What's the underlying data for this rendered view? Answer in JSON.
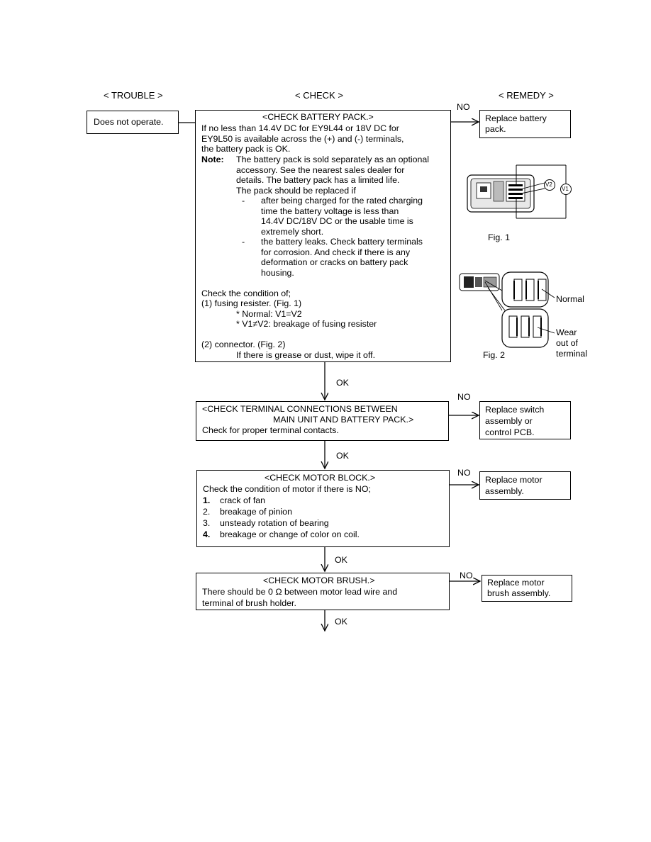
{
  "headers": {
    "trouble": "< TROUBLE >",
    "check": "< CHECK >",
    "remedy": "< REMEDY >"
  },
  "trouble_box": "Does not operate.",
  "check_battery": {
    "title": "<CHECK BATTERY PACK.>",
    "lines": [
      "If no less than 14.4V DC for EY9L44 or 18V DC for",
      "EY9L50 is available across the (+) and (-) terminals,",
      "the battery pack is OK."
    ],
    "note_label": "Note",
    "note_colon": ":",
    "note_lines": [
      "The battery pack is sold separately as an optional",
      "accessory.    See the nearest sales dealer for",
      "details.    The battery pack has a limited life.",
      "The pack should be replaced if"
    ],
    "dash": "-",
    "bullet1": [
      "after being charged for the rated charging",
      "time the battery voltage is less than",
      "14.4V DC/18V DC or the usable time is",
      "extremely short."
    ],
    "bullet2": [
      "the battery leaks.    Check battery terminals",
      "for corrosion.    And check if there is any",
      "deformation or cracks on battery pack",
      "housing."
    ],
    "condition_intro": "Check the condition of;",
    "item1": "(1)  fusing resister. (Fig. 1)",
    "item1_normal": "* Normal: V1=V2",
    "item1_break": "* V1≠V2: breakage of fusing resister",
    "item2": "(2)  connector. (Fig. 2)",
    "item2_detail": "If there is grease or dust, wipe it off."
  },
  "check_terminal": {
    "line1": "<CHECK TERMINAL CONNECTIONS BETWEEN",
    "line2": "MAIN UNIT AND BATTERY PACK.>",
    "line3": "Check for proper terminal contacts."
  },
  "check_motor": {
    "title": "<CHECK MOTOR BLOCK.>",
    "intro": "Check the condition of motor if there is NO;",
    "items": [
      {
        "n": "1.",
        "text": "crack of fan"
      },
      {
        "n": "2.",
        "text": "breakage of pinion"
      },
      {
        "n": "3.",
        "text": "unsteady rotation of bearing"
      },
      {
        "n": "4.",
        "text": "breakage or change of color on coil."
      }
    ]
  },
  "check_brush": {
    "title": "<CHECK MOTOR BRUSH.>",
    "line1": "There should be 0 Ω between motor lead wire and",
    "line2": "terminal of brush holder."
  },
  "remedies": {
    "battery": [
      "Replace battery",
      "pack."
    ],
    "switch": [
      "Replace switch",
      "assembly or",
      "control PCB."
    ],
    "motor": [
      "Replace motor",
      "assembly."
    ],
    "brush": [
      "Replace motor",
      "brush assembly."
    ]
  },
  "flow_labels": {
    "no": "NO",
    "ok": "OK"
  },
  "figures": {
    "fig1": "Fig. 1",
    "fig2": "Fig. 2",
    "v1": "V1",
    "v2": "V2",
    "normal": "Normal",
    "wear": [
      "Wear",
      "out of",
      "terminal"
    ]
  }
}
